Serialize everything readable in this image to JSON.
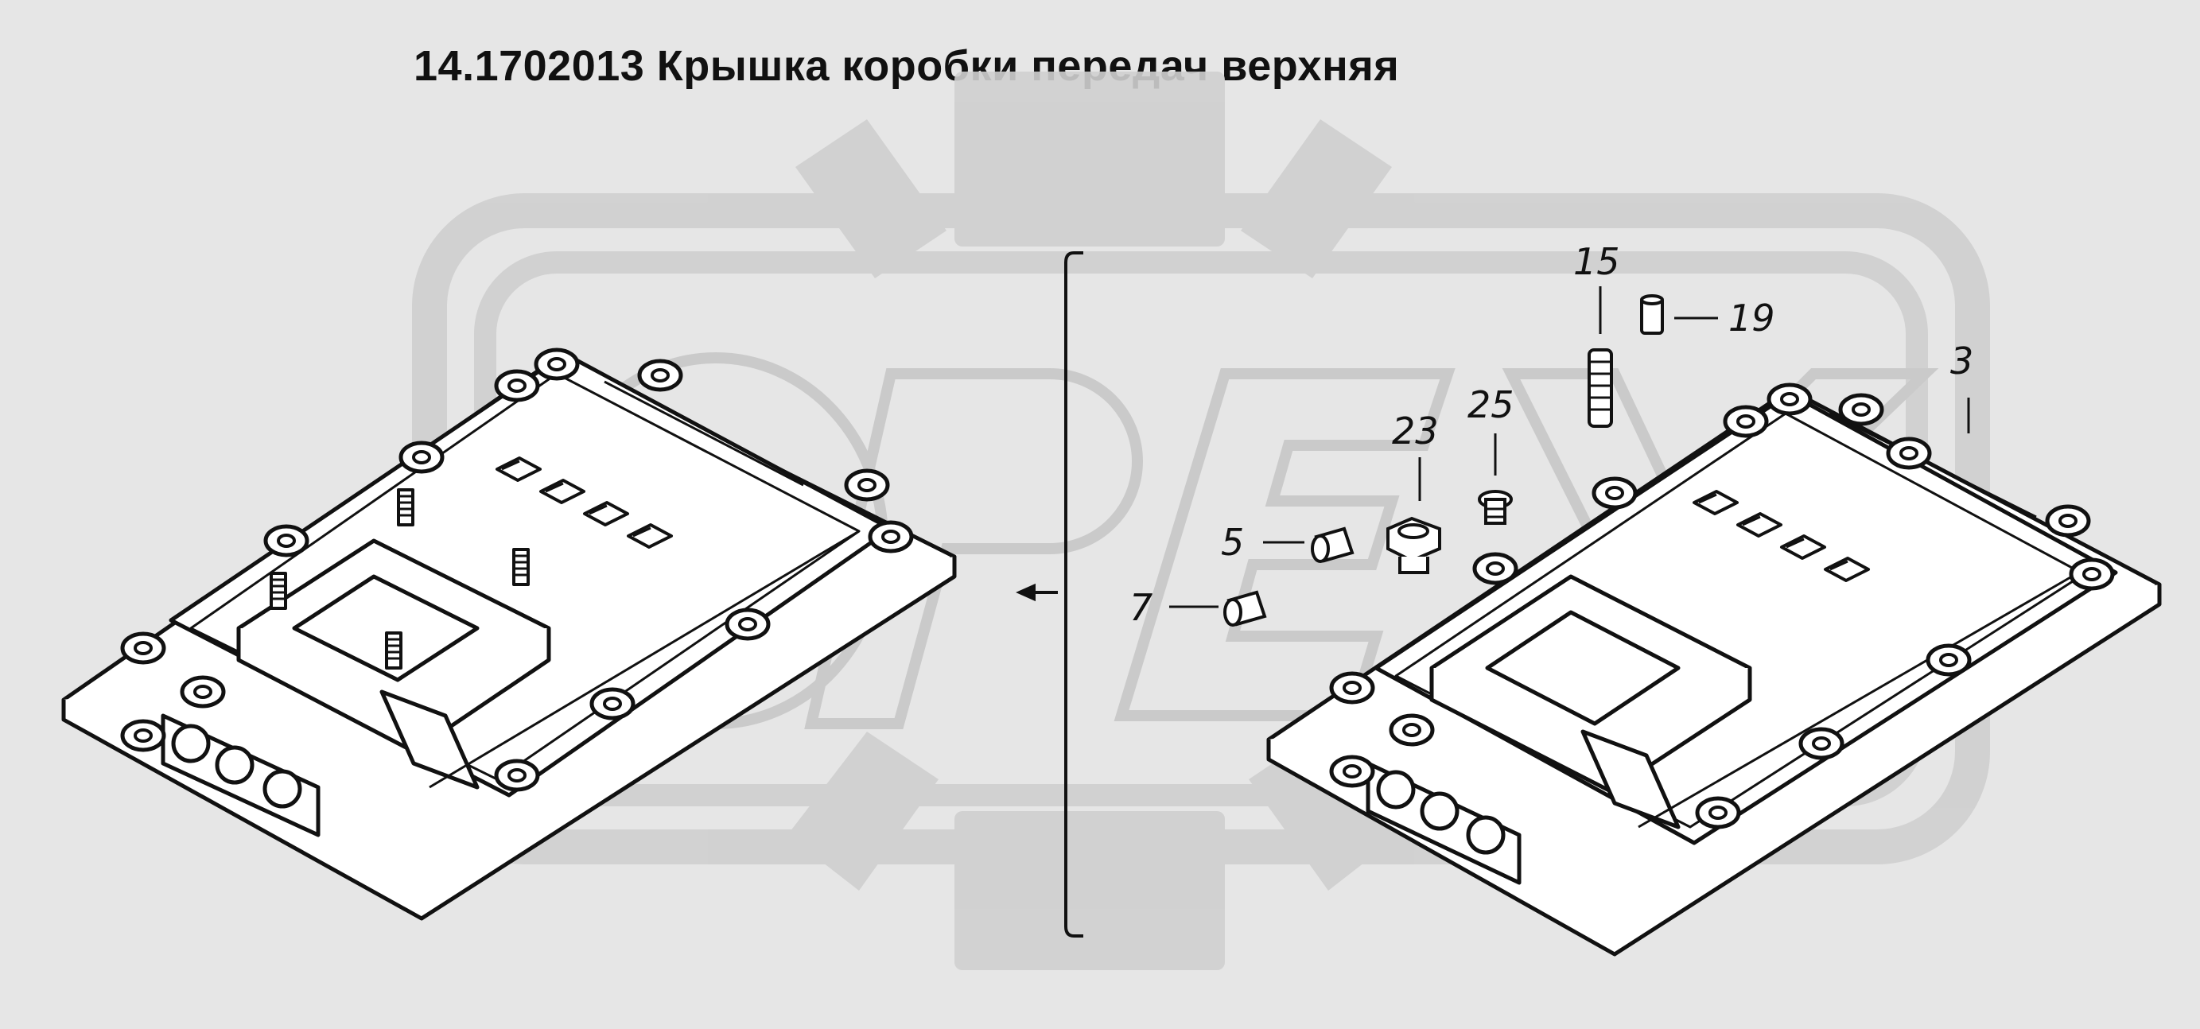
{
  "title": "14.1702013  Крышка коробки передач верхняя",
  "watermark_text": "OPEX",
  "callouts": [
    {
      "id": "15",
      "text": "15"
    },
    {
      "id": "19",
      "text": "19"
    },
    {
      "id": "3",
      "text": "3"
    },
    {
      "id": "25",
      "text": "25"
    },
    {
      "id": "23",
      "text": "23"
    },
    {
      "id": "5",
      "text": "5"
    },
    {
      "id": "7",
      "text": "7"
    }
  ],
  "colors": {
    "background": "#e6e6e6",
    "watermark": "#cfcfcf",
    "line": "#111111",
    "part_fill": "#ffffff"
  }
}
